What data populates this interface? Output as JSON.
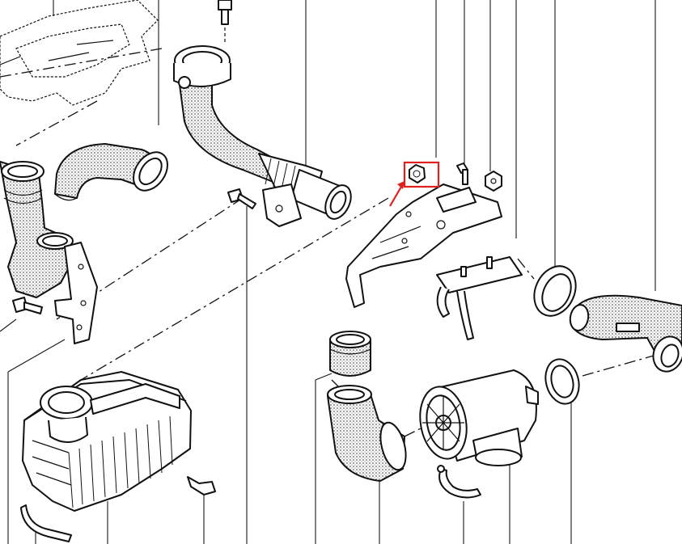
{
  "diagram": {
    "highlight_color": "#e0201c",
    "ink_color": "#111111",
    "highlighted_part": "nut-on-bracket",
    "parts": [
      "chassis-frame-outline",
      "intake-duct-elbow-left",
      "bent-hose-small",
      "curved-intake-pipe-top",
      "bolt-top",
      "bolt-center",
      "support-bracket-left",
      "bolt-left",
      "mounting-bracket-center",
      "nut-on-bracket",
      "stud-bolt",
      "nut-small",
      "strap-clamp",
      "clamp-ring-upper",
      "outlet-hose-right",
      "air-filter-box",
      "bolt-lower",
      "clip-lower-left",
      "coupling-sleeve",
      "elbow-duct-lower",
      "air-filter-cylinder",
      "clamp-ring-lower",
      "clip-lower"
    ]
  }
}
